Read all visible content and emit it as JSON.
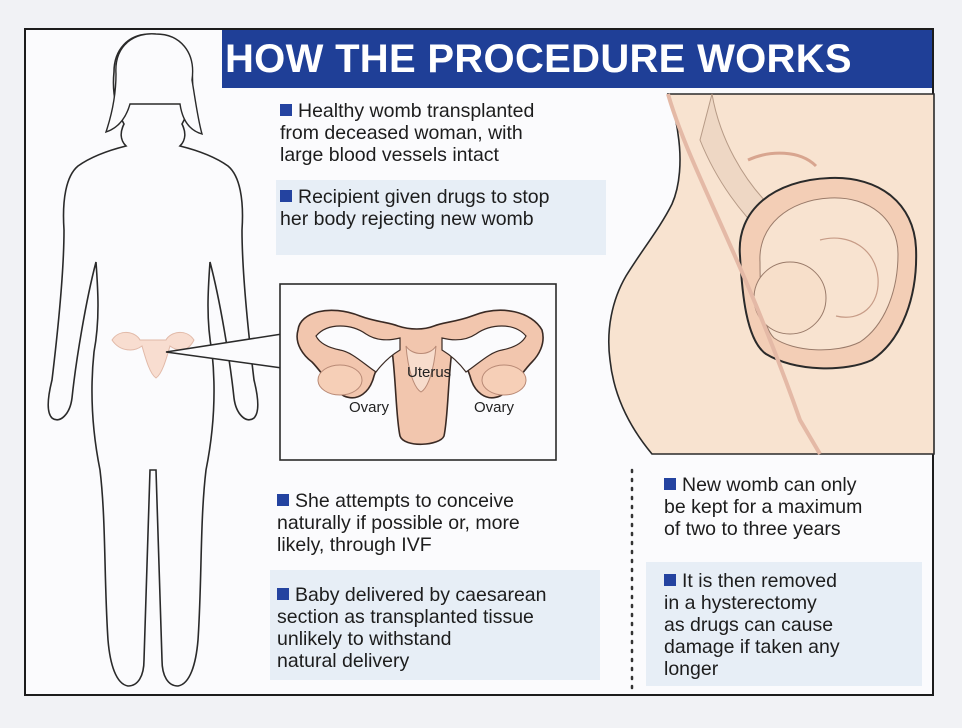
{
  "title": "HOW THE PROCEDURE WORKS",
  "bullets": [
    "Healthy womb transplanted from deceased woman, with large blood vessels intact",
    "Recipient given drugs to stop her body rejecting new womb",
    "She attempts to conceive naturally if possible or, more likely, through IVF",
    "Baby delivered by caesarean section as transplanted tissue unlikely to withstand natural delivery",
    "New womb can only be kept for a maximum of two to three years",
    "It is then removed in a hysterectomy as drugs can cause damage if taken any longer"
  ],
  "bullet_lines": [
    [
      "Healthy womb transplanted",
      "from deceased woman, with",
      "large blood vessels intact"
    ],
    [
      "Recipient given drugs to stop",
      "her body rejecting new womb"
    ],
    [
      "She attempts to conceive",
      "naturally if possible or, more",
      "likely, through IVF"
    ],
    [
      "Baby delivered by caesarean",
      "section as transplanted tissue",
      "unlikely to withstand",
      "natural delivery"
    ],
    [
      "New womb can only",
      "be kept for a maximum",
      "of two to three years"
    ],
    [
      "It is then removed",
      "in a hysterectomy",
      "as drugs can cause",
      "damage if taken any",
      "longer"
    ]
  ],
  "diagram_labels": {
    "uterus": "Uterus",
    "ovary_left": "Ovary",
    "ovary_right": "Ovary"
  },
  "colors": {
    "header_blue": "#1f3f97",
    "bullet_square": "#2443a0",
    "skin": "#f7e6d4",
    "organ_pink": "#f2b9a2",
    "outline": "#2a2a2a"
  }
}
